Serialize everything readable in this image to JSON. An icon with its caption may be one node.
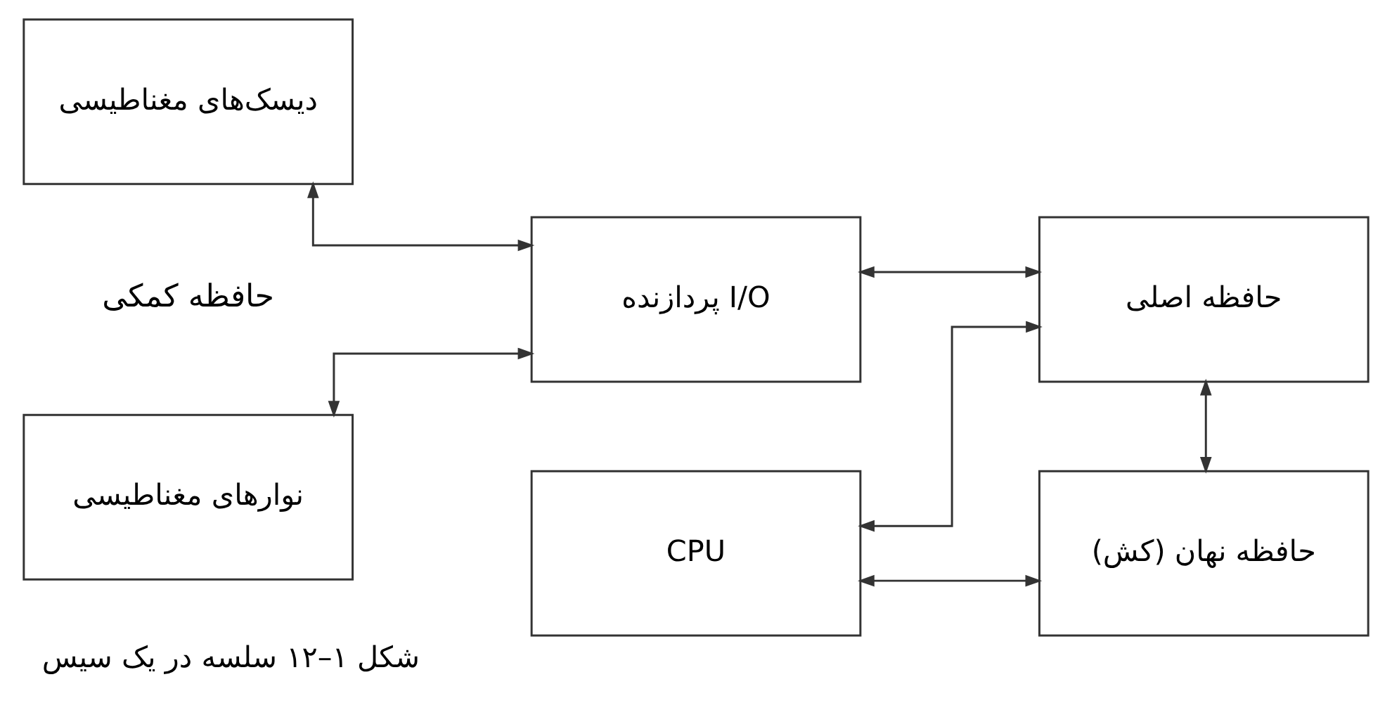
{
  "diagram": {
    "caption": "شکل ۱–۱۲ سلسه در یک سیس",
    "nodes": [
      {
        "text": [
          "نوارهای مغناطیسی"
        ]
      },
      {
        "text": [
          "دیسک‌های مغناطیسی"
        ]
      },
      {
        "text": [
          "پردازنده I/O"
        ]
      },
      {
        "text": [
          "حافظه اصلی"
        ]
      },
      {
        "text": [
          "CPU"
        ]
      },
      {
        "text": [
          "حافظه نهان (کش)"
        ]
      }
    ],
    "edges": [
      {
        "from": 0,
        "to": 2,
        "arrow": "both"
      },
      {
        "from": 1,
        "to": 2,
        "arrow": "both"
      },
      {
        "from": 2,
        "to": 3,
        "arrow": "both"
      },
      {
        "from": 4,
        "to": 3,
        "arrow": "both"
      },
      {
        "from": 3,
        "to": 5,
        "arrow": "both"
      },
      {
        "from": 4,
        "to": 5,
        "arrow": "both"
      }
    ],
    "labels": [
      "حافظه کمکی"
    ]
  }
}
